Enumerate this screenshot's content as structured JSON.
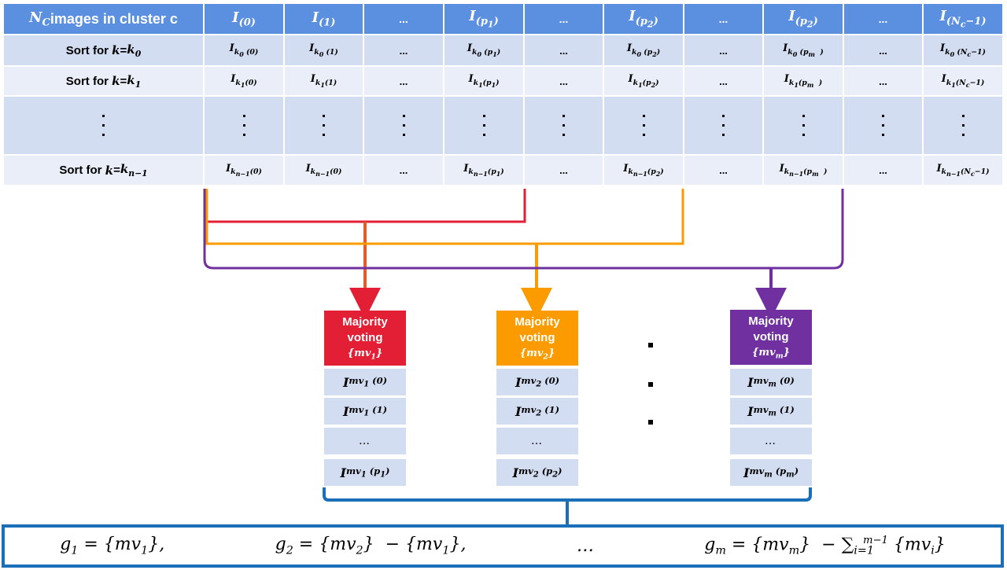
{
  "colors": {
    "header": "#5b8fe0",
    "row_light": "#d3ddf2",
    "row_lighter": "#e9eef8",
    "red": "#e31f35",
    "orange": "#fb9b00",
    "purple": "#7030a0",
    "brace_blue": "#1a6fb8"
  },
  "table": {
    "header_label_math": "N",
    "header_label_sub": "C",
    "header_label_text": " images in cluster c",
    "columns": [
      "I(0)",
      "I(1)",
      "...",
      "I(p1)",
      "...",
      "I(p2)",
      "...",
      "I(p2)",
      "...",
      "I(Nc−1)"
    ],
    "rows": [
      {
        "label": "Sort for k=k0",
        "cells": [
          "Ik0 (0)",
          "Ik0 (1)",
          "...",
          "Ik0 (p1)",
          "...",
          "Ik0 (p2)",
          "...",
          "Ik0 (pm )",
          "...",
          "Ik0 (Nc−1)"
        ]
      },
      {
        "label": "Sort for k=k1",
        "cells": [
          "Ik1(0)",
          "Ik1(1)",
          "...",
          "Ik1(p1)",
          "...",
          "Ik1(p2)",
          "...",
          "Ik1(pm )",
          "...",
          "Ik1(Nc−1)"
        ]
      },
      {
        "label": "Sort for k=kn−1",
        "cells": [
          "Ikn−1(0)",
          "Ikn−1(0)",
          "...",
          "Ikn−1(p1)",
          "...",
          "Ikn−1(p2)",
          "...",
          "Ikn−1(pm )",
          "...",
          "Ikn−1(Nc−1)"
        ]
      }
    ]
  },
  "voting": {
    "title_line1": "Majority",
    "title_line2": "voting",
    "groups": [
      {
        "set": "{mv1}",
        "items": [
          "Imv1 (0)",
          "Imv1 (1)",
          "…",
          "Imv1 (p1)"
        ]
      },
      {
        "set": "{mv2}",
        "items": [
          "Imv2 (0)",
          "Imv2 (1)",
          "…",
          "Imv2 (p2)"
        ]
      },
      {
        "set": "{mvm}",
        "items": [
          "Imvm (0)",
          "Imvm (1)",
          "…",
          "Imvm (pm)"
        ]
      }
    ]
  },
  "formula": {
    "g1": "g1 = {mv1},",
    "g2": "g2 = {mv2} − {mv1},",
    "ellipsis": "…",
    "gm": "gm = {mvm} − Σi=1m−1 {mvi}"
  }
}
